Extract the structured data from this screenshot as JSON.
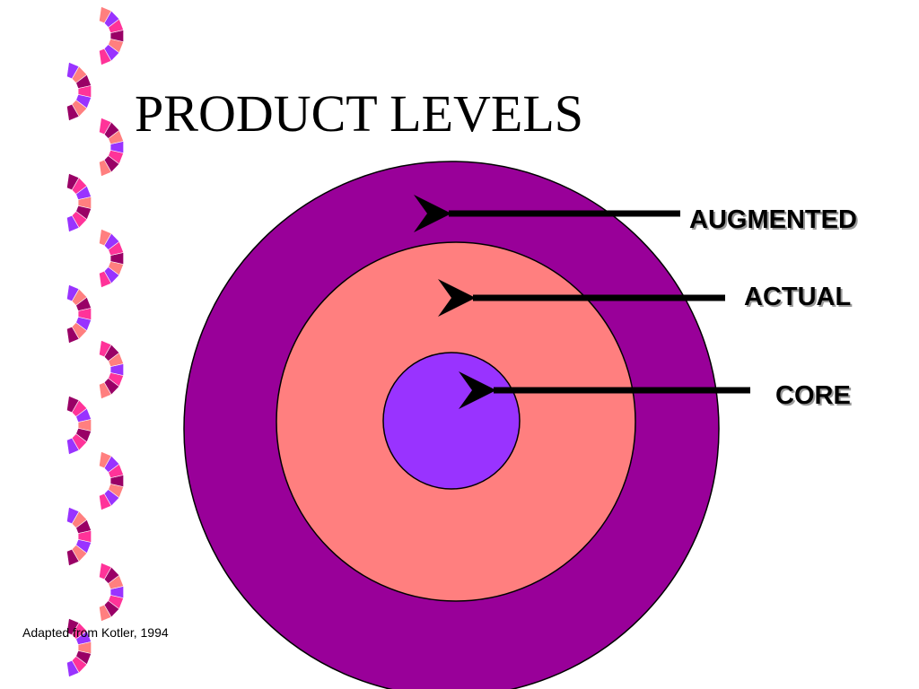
{
  "slide": {
    "title": "PRODUCT LEVELS",
    "source_note": "Adapted from Kotler, 1994"
  },
  "levels": [
    {
      "id": "augmented",
      "label": "AUGMENTED",
      "color": "#990099"
    },
    {
      "id": "actual",
      "label": "ACTUAL",
      "color": "#FF7F7F"
    },
    {
      "id": "core",
      "label": "CORE",
      "color": "#9933FF"
    }
  ],
  "border": {
    "colors": [
      "#FF3399",
      "#9933FF",
      "#FF7F7F",
      "#990066"
    ],
    "icon": "ribbon-fan-border"
  }
}
